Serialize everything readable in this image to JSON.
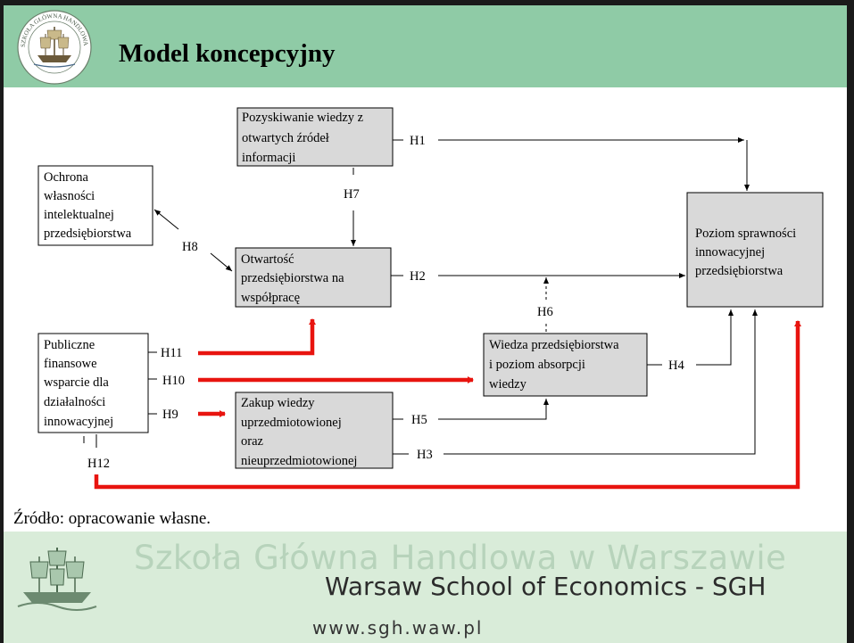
{
  "slide": {
    "title": "Model koncepcyjny",
    "logo_text": "SZKOŁA GŁÓWNA HANDLOWA W WARSZAWIE",
    "source": "Źródło: opracowanie własne.",
    "footer": {
      "name_pl": "Szkoła Główna Handlowa w Warszawie",
      "name_en": "Warsaw School of Economics - SGH",
      "url": "www.sgh.waw.pl"
    }
  },
  "diagram": {
    "nodes": {
      "pozyskiwanie": [
        "Pozyskiwanie wiedzy z",
        "otwartych źródeł",
        "informacji"
      ],
      "ochrona": [
        "Ochrona",
        "własności",
        "intelektualnej",
        "przedsiębiorstwa"
      ],
      "otwartosc": [
        "Otwartość",
        "przedsiębiorstwa na",
        "współpracę"
      ],
      "publiczne": [
        "Publiczne",
        "finansowe",
        "wsparcie dla",
        "działalności",
        "innowacyjnej"
      ],
      "zakup": [
        "Zakup wiedzy",
        "uprzedmiotowionej",
        "oraz",
        "nieuprzedmiotowionej"
      ],
      "wiedza": [
        "Wiedza przedsiębiorstwa",
        "i poziom absorpcji",
        "wiedzy"
      ],
      "poziom": [
        "Poziom sprawności",
        "innowacyjnej",
        "przedsiębiorstwa"
      ]
    },
    "hypotheses": {
      "h1": "H1",
      "h2": "H2",
      "h3": "H3",
      "h4": "H4",
      "h5": "H5",
      "h6": "H6",
      "h7": "H7",
      "h8": "H8",
      "h9": "H9",
      "h10": "H10",
      "h11": "H11",
      "h12": "H12"
    },
    "colors": {
      "box_fill": "#d9d9d9",
      "highlight_arrow": "#e8140f",
      "header": "#8fcba6",
      "footer": "#d9ecd9"
    }
  }
}
